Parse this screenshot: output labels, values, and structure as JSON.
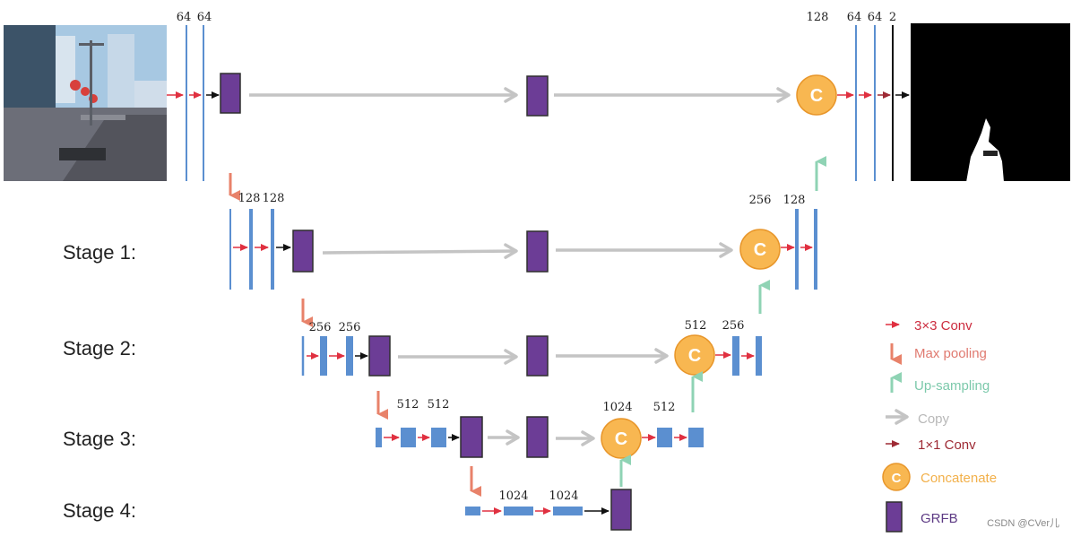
{
  "colors": {
    "conv3": "#e03040",
    "maxpool": "#e8826a",
    "upsample": "#8fd3b4",
    "copy": "#c4c4c4",
    "conv1": "#9e2a34",
    "concat_fill": "#f8b751",
    "concat_stroke": "#e8962a",
    "grfb": "#6c3d96",
    "feature": "#5b8fd0",
    "output_line": "#111111"
  },
  "stages": [
    "Stage 1:",
    "Stage 2:",
    "Stage 3:",
    "Stage 4:"
  ],
  "channels": {
    "enc0_a": "64",
    "enc0_b": "64",
    "dec0_concat": "128",
    "dec0_a": "64",
    "dec0_b": "64",
    "dec0_out": "2",
    "enc1_a": "128",
    "enc1_b": "128",
    "dec1_concat": "256",
    "dec1_a": "128",
    "enc2_a": "256",
    "enc2_b": "256",
    "dec2_concat": "512",
    "dec2_a": "256",
    "enc3_a": "512",
    "enc3_b": "512",
    "dec3_concat": "1024",
    "dec3_a": "512",
    "enc4_a": "1024",
    "enc4_b": "1024"
  },
  "concat_letter": "C",
  "legend": {
    "conv3": "3×3 Conv",
    "maxpool": "Max pooling",
    "upsample": "Up-sampling",
    "copy": "Copy",
    "conv1": "1×1 Conv",
    "concat": "Concatenate",
    "grfb": "GRFB"
  },
  "icons": {
    "input": "street-scene-photo",
    "output": "segmentation-mask",
    "concat": "concatenate-circle-icon",
    "grfb": "grfb-block-icon"
  },
  "watermark": "CSDN @CVer儿"
}
